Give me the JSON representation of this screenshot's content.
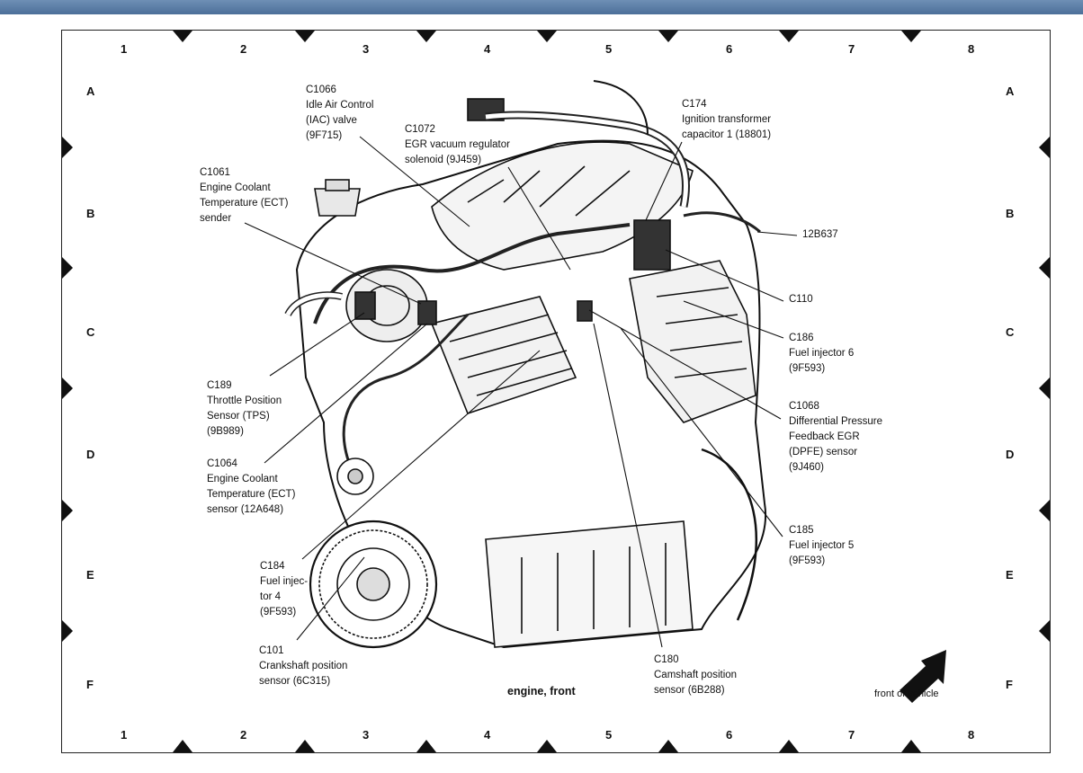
{
  "colors": {
    "title_bar": "#5a7ba3",
    "ink": "#111111",
    "paper": "#ffffff"
  },
  "grid": {
    "columns": [
      "1",
      "2",
      "3",
      "4",
      "5",
      "6",
      "7",
      "8"
    ],
    "rows": [
      "A",
      "B",
      "C",
      "D",
      "E",
      "F"
    ]
  },
  "caption": "engine, front",
  "front_of_vehicle": "front of vehicle",
  "callouts": [
    {
      "id": "C1066",
      "lines": [
        "C1066",
        "Idle Air Control",
        "(IAC) valve",
        "(9F715)"
      ]
    },
    {
      "id": "C1072",
      "lines": [
        "C1072",
        "EGR vacuum regulator",
        "solenoid (9J459)"
      ]
    },
    {
      "id": "C174",
      "lines": [
        "C174",
        "Ignition transformer",
        "capacitor 1 (18801)"
      ]
    },
    {
      "id": "C1061",
      "lines": [
        "C1061",
        "Engine Coolant",
        "Temperature (ECT)",
        "sender"
      ]
    },
    {
      "id": "12B637",
      "lines": [
        "12B637"
      ]
    },
    {
      "id": "C110",
      "lines": [
        "C110"
      ]
    },
    {
      "id": "C186",
      "lines": [
        "C186",
        "Fuel injector 6",
        "(9F593)"
      ]
    },
    {
      "id": "C189",
      "lines": [
        "C189",
        "Throttle Position",
        "Sensor (TPS)",
        "(9B989)"
      ]
    },
    {
      "id": "C1068",
      "lines": [
        "C1068",
        "Differential Pressure",
        "Feedback EGR",
        "(DPFE) sensor",
        "(9J460)"
      ]
    },
    {
      "id": "C1064",
      "lines": [
        "C1064",
        "Engine Coolant",
        "Temperature (ECT)",
        "sensor (12A648)"
      ]
    },
    {
      "id": "C185",
      "lines": [
        "C185",
        "Fuel injector 5",
        "(9F593)"
      ]
    },
    {
      "id": "C184",
      "lines": [
        "C184",
        "Fuel injec-",
        "tor 4",
        "(9F593)"
      ]
    },
    {
      "id": "C101",
      "lines": [
        "C101",
        "Crankshaft position",
        "sensor (6C315)"
      ]
    },
    {
      "id": "C180",
      "lines": [
        "C180",
        "Camshaft position",
        "sensor (6B288)"
      ]
    }
  ]
}
